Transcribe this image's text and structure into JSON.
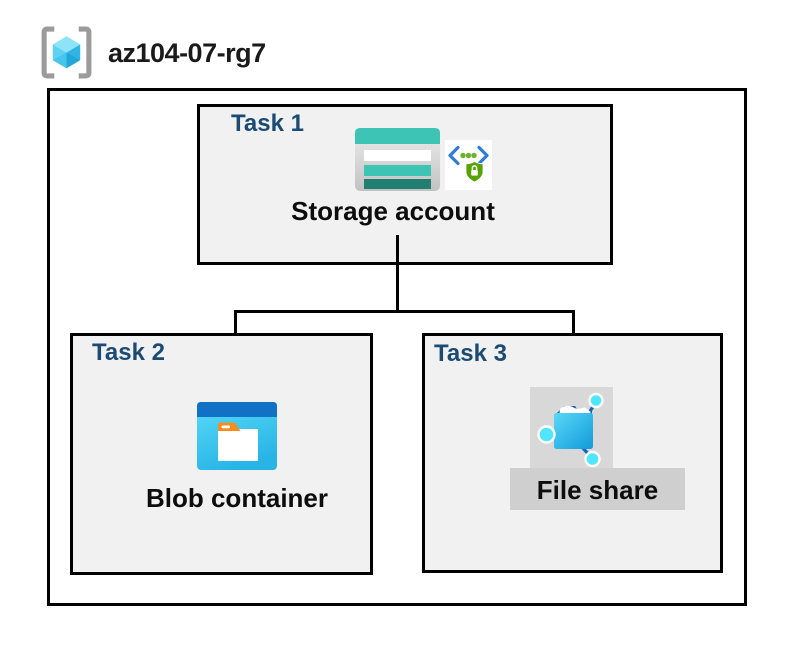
{
  "header": {
    "title": "az104-07-rg7",
    "icon": "resource-group-icon"
  },
  "tasks": [
    {
      "label": "Task 1",
      "resource": "Storage account",
      "icons": [
        "storage-account-icon",
        "sas-security-icon"
      ]
    },
    {
      "label": "Task 2",
      "resource": "Blob container",
      "icons": [
        "blob-container-icon"
      ]
    },
    {
      "label": "Task 3",
      "resource": "File share",
      "icons": [
        "file-share-icon"
      ],
      "highlight": true
    }
  ],
  "connections": [
    {
      "from": "Storage account",
      "to": "Blob container"
    },
    {
      "from": "Storage account",
      "to": "File share"
    }
  ],
  "colors": {
    "task_label_navy": "#1B4A73",
    "box_fill_gray": "#F1F1F1",
    "box_border": "#000000",
    "storage_teal": "#3DC4B4",
    "storage_teal_dark": "#217F72",
    "blob_header_blue": "#1172C5",
    "blob_body_cyan": "#35C5EF",
    "folder_tab_orange": "#F78D1E",
    "share_node_cyan": "#50E6FF",
    "share_line_blue": "#1565BF",
    "shield_green": "#57A304",
    "bracket_blue": "#2E7CD6",
    "dots_green": "#6BB12B",
    "highlight_gray": "#D8D8D8",
    "label_bar_gray": "#CFCFCF",
    "rg_bracket_gray": "#9B9B9B",
    "rg_cube_cyan": "#50C8EF"
  }
}
